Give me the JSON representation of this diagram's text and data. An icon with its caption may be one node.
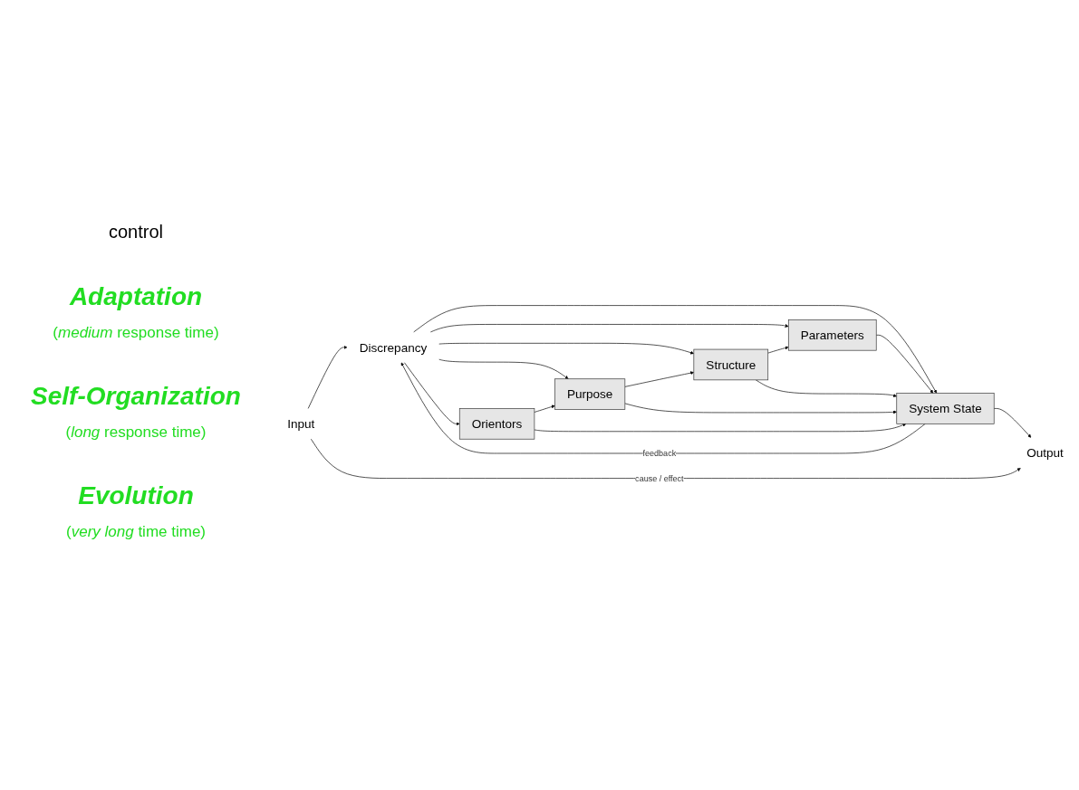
{
  "diagram": {
    "nodes": [
      {
        "text": [
          "Input"
        ]
      },
      {
        "text": [
          "Discrepancy"
        ]
      },
      {
        "text": [
          "System State"
        ]
      },
      {
        "text": [
          "Output"
        ]
      },
      {
        "text": [
          "Parameters"
        ]
      },
      {
        "text": [
          "Structure"
        ]
      },
      {
        "text": [
          "Purpose"
        ]
      },
      {
        "text": [
          "Orientors"
        ]
      }
    ],
    "edges": [
      {
        "from": 0,
        "to": 1,
        "arrow": "to"
      },
      {
        "from": 1,
        "to": 2,
        "arrow": "to"
      },
      {
        "from": 2,
        "to": 3,
        "arrow": "to"
      },
      {
        "from": 0,
        "to": 3,
        "arrow": "to",
        "label": "cause / effect"
      },
      {
        "from": 2,
        "to": 1,
        "arrow": "to",
        "label": "feedback"
      },
      {
        "from": 1,
        "to": 4,
        "arrow": "to"
      },
      {
        "from": 1,
        "to": 5,
        "arrow": "to"
      },
      {
        "from": 1,
        "to": 6,
        "arrow": "to"
      },
      {
        "from": 1,
        "to": 7,
        "arrow": "to"
      },
      {
        "from": 4,
        "to": 2,
        "arrow": "to"
      },
      {
        "from": 5,
        "to": 2,
        "arrow": "to"
      },
      {
        "from": 6,
        "to": 2,
        "arrow": "to"
      },
      {
        "from": 7,
        "to": 2,
        "arrow": "to"
      },
      {
        "from": 7,
        "to": 6,
        "arrow": "to"
      },
      {
        "from": 6,
        "to": 5,
        "arrow": "to"
      },
      {
        "from": 5,
        "to": 4,
        "arrow": "to"
      }
    ],
    "labels": [
      "control",
      "Adaptation",
      "(*medium* response time)",
      "Self-Organization",
      "(*long* response time)",
      "Evolution",
      "(*very long* time time)"
    ]
  }
}
